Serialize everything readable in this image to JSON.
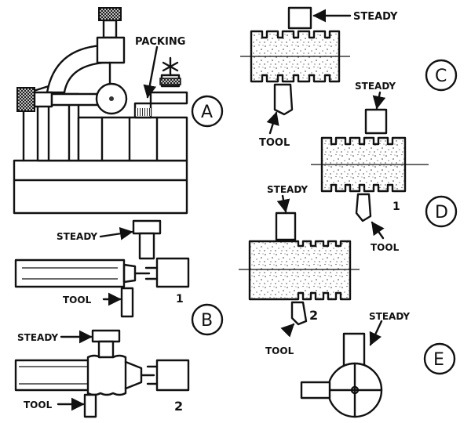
{
  "figure": {
    "panels": [
      "A",
      "B",
      "C",
      "D",
      "E"
    ],
    "labels": {
      "packing": "PACKING",
      "steady": "STEADY",
      "steady_c": "STEADY",
      "tool": "TOOL",
      "num1": "1",
      "num2": "2"
    }
  }
}
